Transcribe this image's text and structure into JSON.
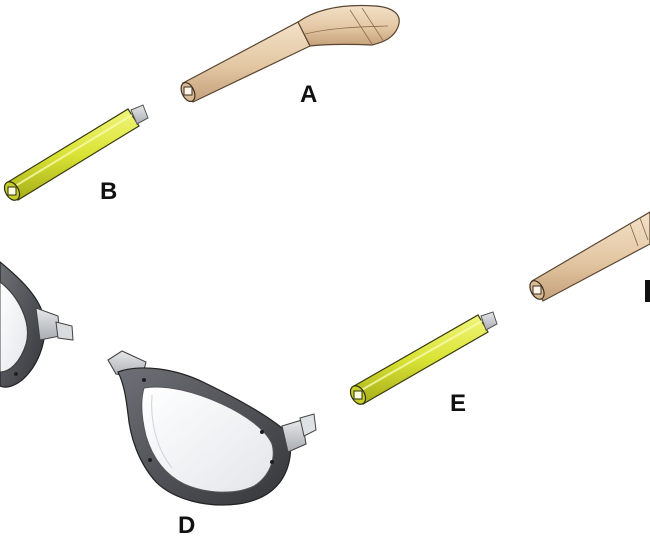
{
  "labels": {
    "a": "A",
    "b": "B",
    "d": "D",
    "e": "E"
  },
  "colors": {
    "temple_fill": "#e8cfb0",
    "temple_shade": "#c9a77f",
    "temple_edge": "#5a4632",
    "sleeve_fill": "#dfe84a",
    "sleeve_shade": "#a9b21c",
    "sleeve_edge": "#3a3a10",
    "frame_fill": "#5b5e63",
    "frame_shade": "#3a3c40",
    "hinge_fill": "#c9ccd0",
    "lens_fill": "#eef0f2",
    "label": "#111111"
  }
}
